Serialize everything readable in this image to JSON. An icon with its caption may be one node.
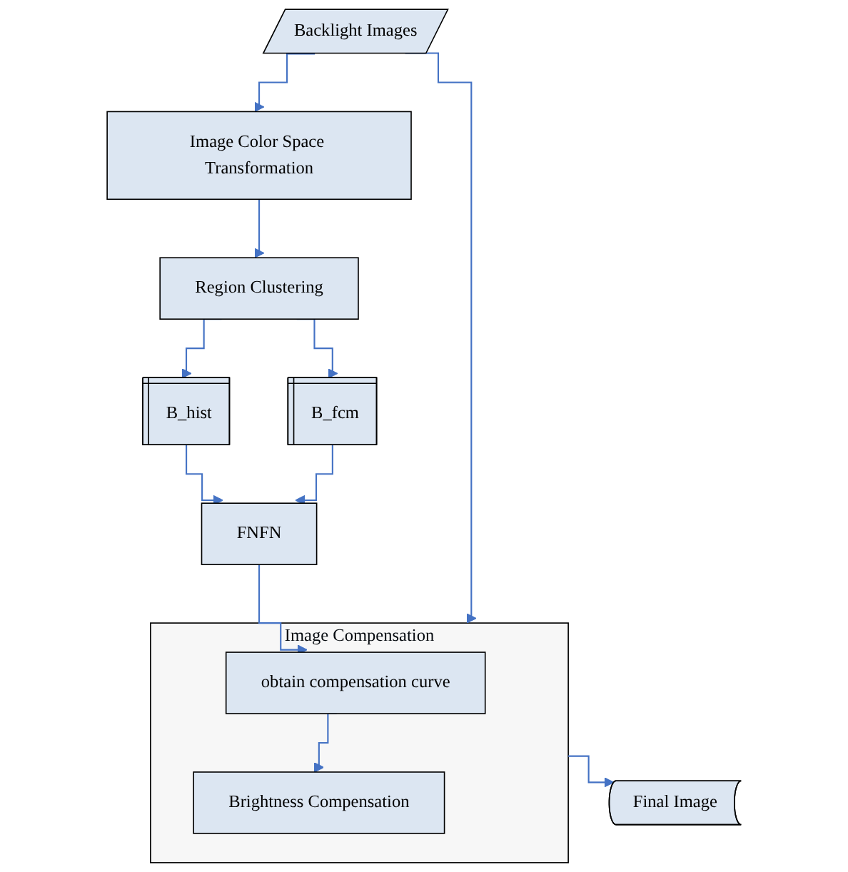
{
  "diagram": {
    "nodes": [
      {
        "text": [
          "Backlight Images"
        ]
      },
      {
        "text": [
          "Image Color Space Transformation"
        ]
      },
      {
        "text": [
          "Region Clustering"
        ]
      },
      {
        "text": [
          "B_hist"
        ]
      },
      {
        "text": [
          "B_fcm"
        ]
      },
      {
        "text": [
          "FNFN"
        ]
      },
      {
        "text": [
          "Image Compensation"
        ]
      },
      {
        "text": [
          "obtain compensation curve"
        ],
        "in": 6
      },
      {
        "text": [
          "Brightness Compensation"
        ],
        "in": 6
      },
      {
        "text": [
          "Final Image"
        ]
      }
    ],
    "edges": [
      {
        "from": 0,
        "to": 1,
        "arrow": "to"
      },
      {
        "from": 0,
        "to": 6,
        "arrow": "to"
      },
      {
        "from": 1,
        "to": 2,
        "arrow": "to"
      },
      {
        "from": 2,
        "to": 3,
        "arrow": "to"
      },
      {
        "from": 2,
        "to": 4,
        "arrow": "to"
      },
      {
        "from": 3,
        "to": 5,
        "arrow": "to"
      },
      {
        "from": 4,
        "to": 5,
        "arrow": "to"
      },
      {
        "from": 5,
        "to": 7,
        "arrow": "to"
      },
      {
        "from": 7,
        "to": 8,
        "arrow": "to"
      },
      {
        "from": 6,
        "to": 9,
        "arrow": "to"
      }
    ]
  }
}
